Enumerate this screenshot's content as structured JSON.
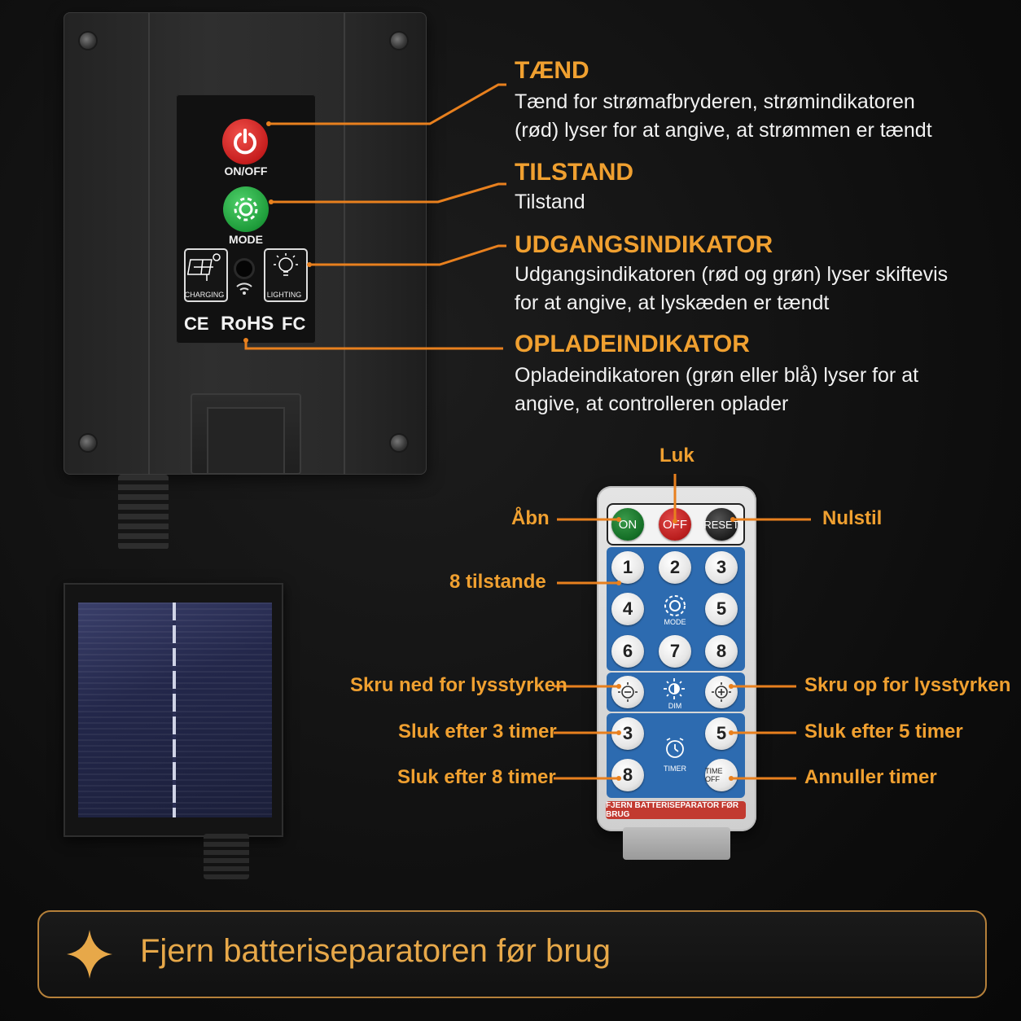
{
  "controller": {
    "power_label": "ON/OFF",
    "mode_label": "MODE",
    "charging_label": "CHARGING",
    "lighting_label": "LIGHTING",
    "cert_ce": "CE",
    "cert_rohs": "RoHS",
    "cert_fc": "FC"
  },
  "callouts": {
    "power": {
      "title": "TÆND",
      "line1": "Tænd for strømafbryderen, strømindikatoren",
      "line2": "(rød) lyser for at angive, at strømmen er tændt"
    },
    "mode": {
      "title": "TILSTAND",
      "line1": "Tilstand"
    },
    "output": {
      "title": "UDGANGSINDIKATOR",
      "line1": "Udgangsindikatoren (rød og grøn) lyser skiftevis",
      "line2": "for at angive, at lyskæden er tændt"
    },
    "charge": {
      "title": "OPLADEINDIKATOR",
      "line1": "Opladeindikatoren (grøn eller blå) lyser for at",
      "line2": "angive, at controlleren oplader"
    }
  },
  "remote": {
    "on": "ON",
    "off": "OFF",
    "reset": "RESET",
    "numbers": [
      "1",
      "2",
      "3",
      "4",
      "5",
      "6",
      "7",
      "8"
    ],
    "mode_label": "MODE",
    "dim_label": "DIM",
    "timer_3": "3",
    "timer_5": "5",
    "timer_8": "8",
    "timer_off": "TIME OFF",
    "timer_label": "TIMER",
    "separator_strip": "FJERN BATTERISEPARATOR FØR BRUG"
  },
  "remote_labels": {
    "luk": "Luk",
    "aabn": "Åbn",
    "nulstil": "Nulstil",
    "modes": "8 tilstande",
    "dim_down": "Skru ned for lysstyrken",
    "dim_up": "Skru op for lysstyrken",
    "off3": "Sluk efter 3 timer",
    "off5": "Sluk efter 5 timer",
    "off8": "Sluk efter 8 timer",
    "cancel": "Annuller timer"
  },
  "banner": {
    "text": "Fjern batteriseparatoren før brug"
  },
  "colors": {
    "accent": "#e8801e",
    "title_orange": "#f0a030",
    "banner_gold": "#e7a849",
    "remote_blue": "#2d6bb0"
  }
}
